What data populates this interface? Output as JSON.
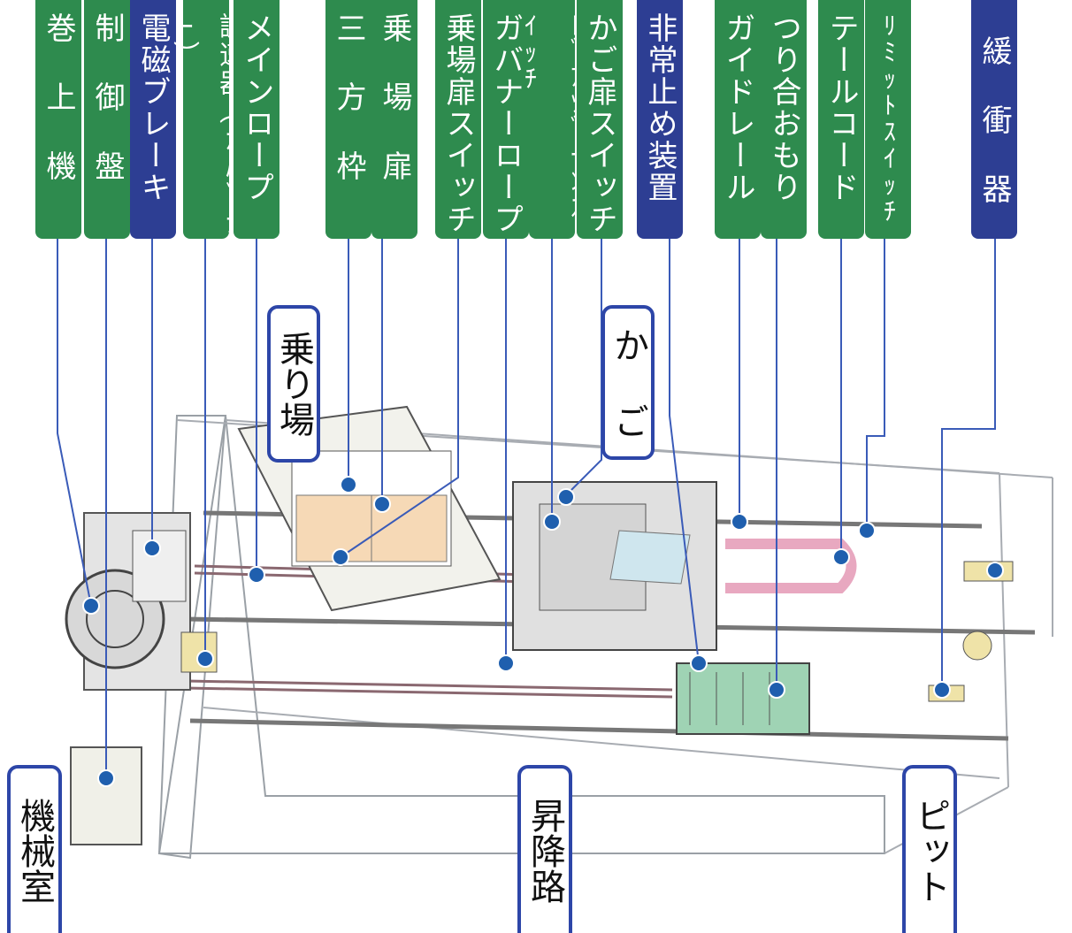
{
  "labels": {
    "makiageki": "巻 上 機",
    "seigyoban": "制 御 盤",
    "denji_brake": "電磁ブレーキ",
    "chosokuki": "調速器（ｶﾊﾞﾅｰ）",
    "main_rope": "メインロープ",
    "sanpowaku": "三 方 枠",
    "noriba_tobira": "乗 場 扉",
    "noriba_tobira_switch": "乗場扉スイッチ",
    "governor_rope": "ガバナーロープ",
    "door_switch": "ﾄﾞｱｿﾞｰﾝｽｲｯﾁ",
    "kago_tobira_switch": "かご扉スイッチ",
    "hijo_tome": "非常止め装置",
    "guide_rail": "ガイドレール",
    "tsuriai_omori": "つり合おもり",
    "tail_cord": "テールコード",
    "limit_switch": "ﾘﾐｯﾄｽｲｯﾁ",
    "kanshoki": "緩 衝 器"
  },
  "zones": {
    "noriba": "乗り場",
    "kago": "か ご",
    "kikaishitsu": "機械室",
    "shokoro": "昇降路",
    "pit": "ピット"
  },
  "colors": {
    "green": "#2e8b4e",
    "blue": "#2d3e93",
    "zone_border": "#2d46a8",
    "leader": "#3a5bb8",
    "dot": "#1f5fae",
    "door_panel": "#f6d9b6",
    "counterweight": "#9fd3b4",
    "tail_cord": "#e8a8c0",
    "buffer": "#efe3a8"
  }
}
